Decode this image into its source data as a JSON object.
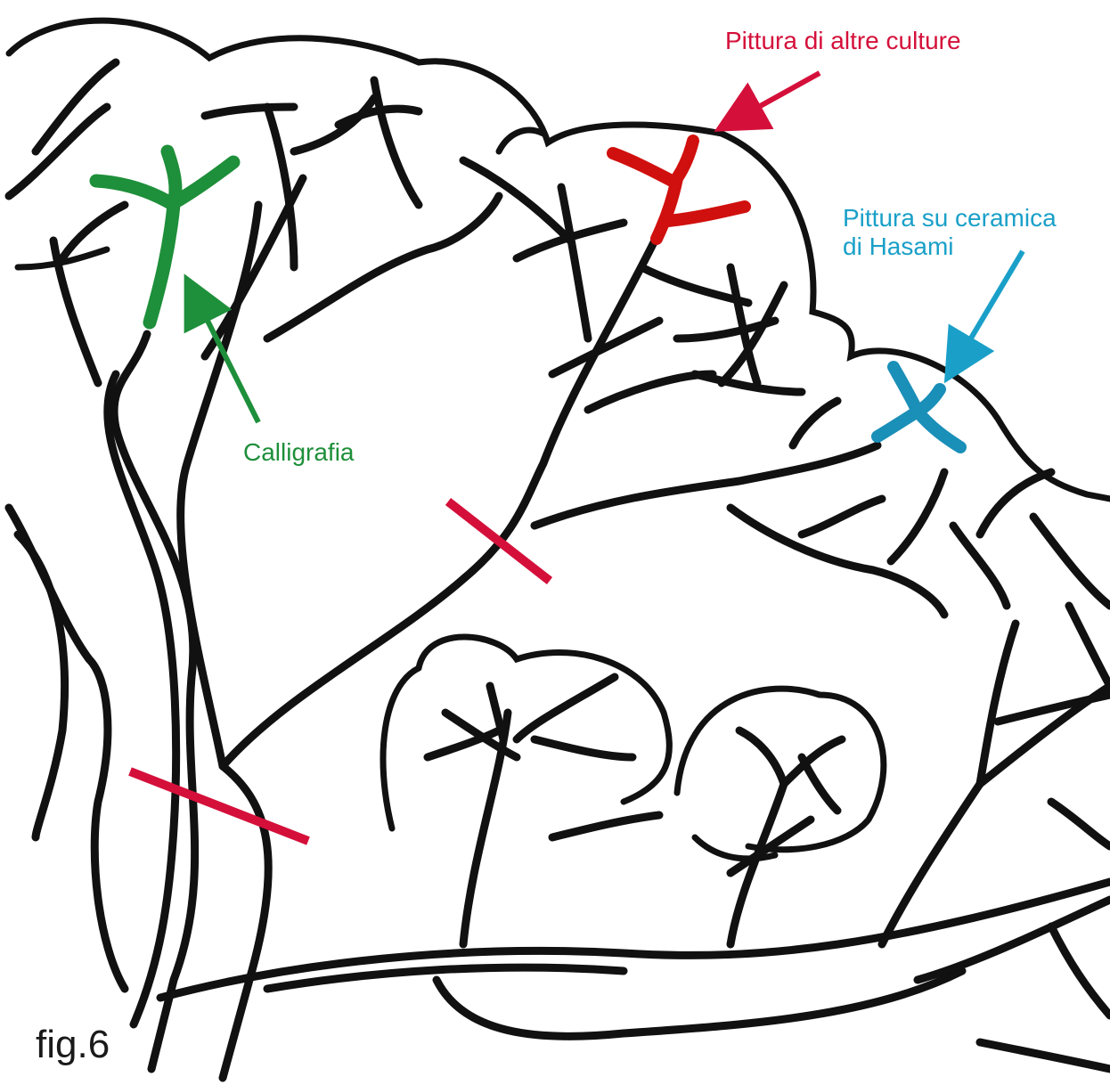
{
  "labels": {
    "other_cultures": "Pittura di altre culture",
    "hasami_line1": "Pittura su ceramica",
    "hasami_line2": "di Hasami",
    "calligraphy": "Calligrafia",
    "figure": "fig.6"
  },
  "colors": {
    "red": "#d4103a",
    "blue": "#1aa0c8",
    "green": "#1e8f3a",
    "ink": "#111111"
  }
}
